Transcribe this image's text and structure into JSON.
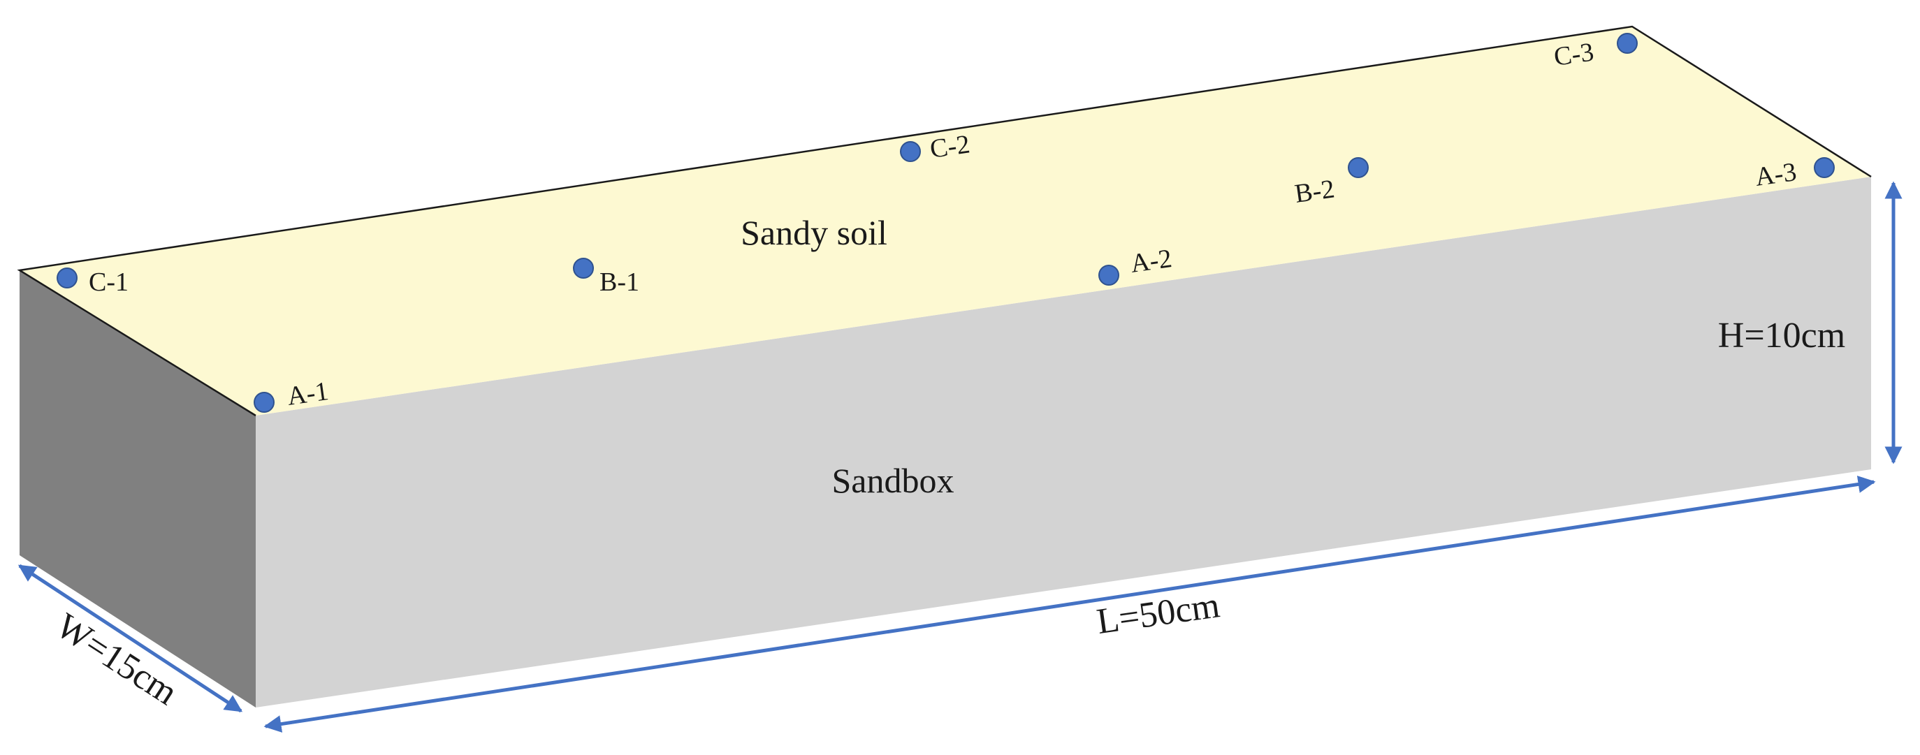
{
  "labels": {
    "top_face": "Sandy soil",
    "front_face": "Sandbox",
    "length": "L=50cm",
    "width": "W=15cm",
    "height": "H=10cm"
  },
  "points": [
    {
      "id": "C-1"
    },
    {
      "id": "B-1"
    },
    {
      "id": "A-1"
    },
    {
      "id": "C-2"
    },
    {
      "id": "A-2"
    },
    {
      "id": "B-2"
    },
    {
      "id": "C-3"
    },
    {
      "id": "A-3"
    }
  ],
  "colors": {
    "top_face": "#fdf9d2",
    "front_face": "#d3d3d3",
    "side_face": "#808080",
    "marker": "#4472c4",
    "dimension": "#4472c4",
    "edge": "#1a1a1a"
  }
}
